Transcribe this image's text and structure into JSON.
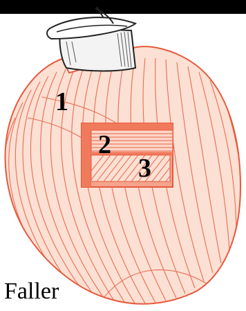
{
  "labels": [
    "1",
    "2",
    "3"
  ],
  "credit": "Faller",
  "colors": {
    "background": "#ffffff",
    "muscle_stroke": "#e8583c",
    "muscle_fill": "#f9d4c4",
    "vessel_fill": "#f2f2f2",
    "vessel_stroke": "#222222",
    "label": "#000000"
  }
}
